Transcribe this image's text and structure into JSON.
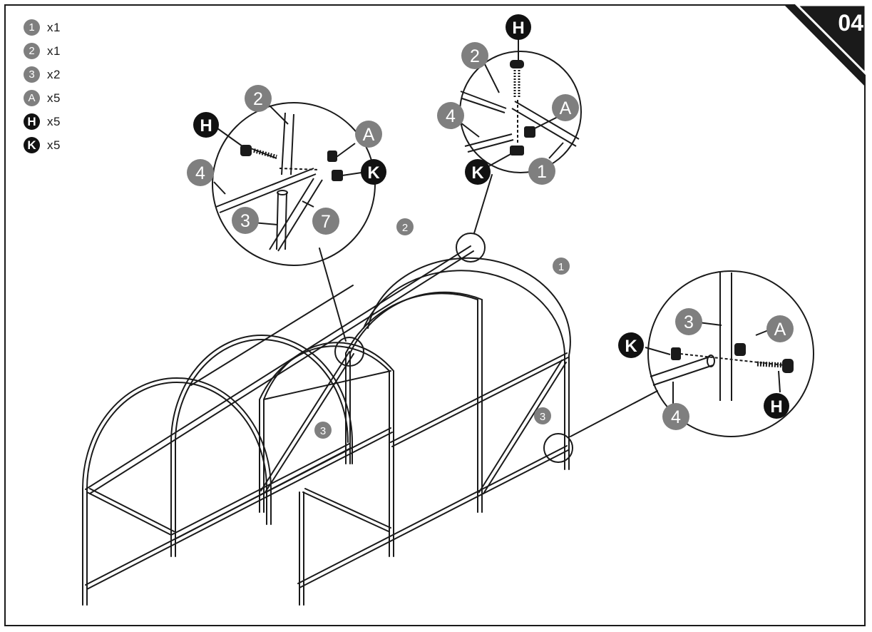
{
  "step_number": "04",
  "legend": [
    {
      "badge": "1",
      "qty": "x1",
      "style": "grey"
    },
    {
      "badge": "2",
      "qty": "x1",
      "style": "grey"
    },
    {
      "badge": "3",
      "qty": "x2",
      "style": "grey"
    },
    {
      "badge": "A",
      "qty": "x5",
      "style": "grey"
    },
    {
      "badge": "H",
      "qty": "x5",
      "style": "black"
    },
    {
      "badge": "K",
      "qty": "x5",
      "style": "black"
    }
  ],
  "callouts": {
    "c1": "1",
    "c2": "2",
    "c3": "3",
    "c4": "4",
    "c7": "7",
    "cA": "A",
    "cH": "H",
    "cK": "K"
  },
  "colors": {
    "line": "#1a1a1a",
    "grey_badge": "#7f7f7f",
    "black_badge": "#111111"
  }
}
